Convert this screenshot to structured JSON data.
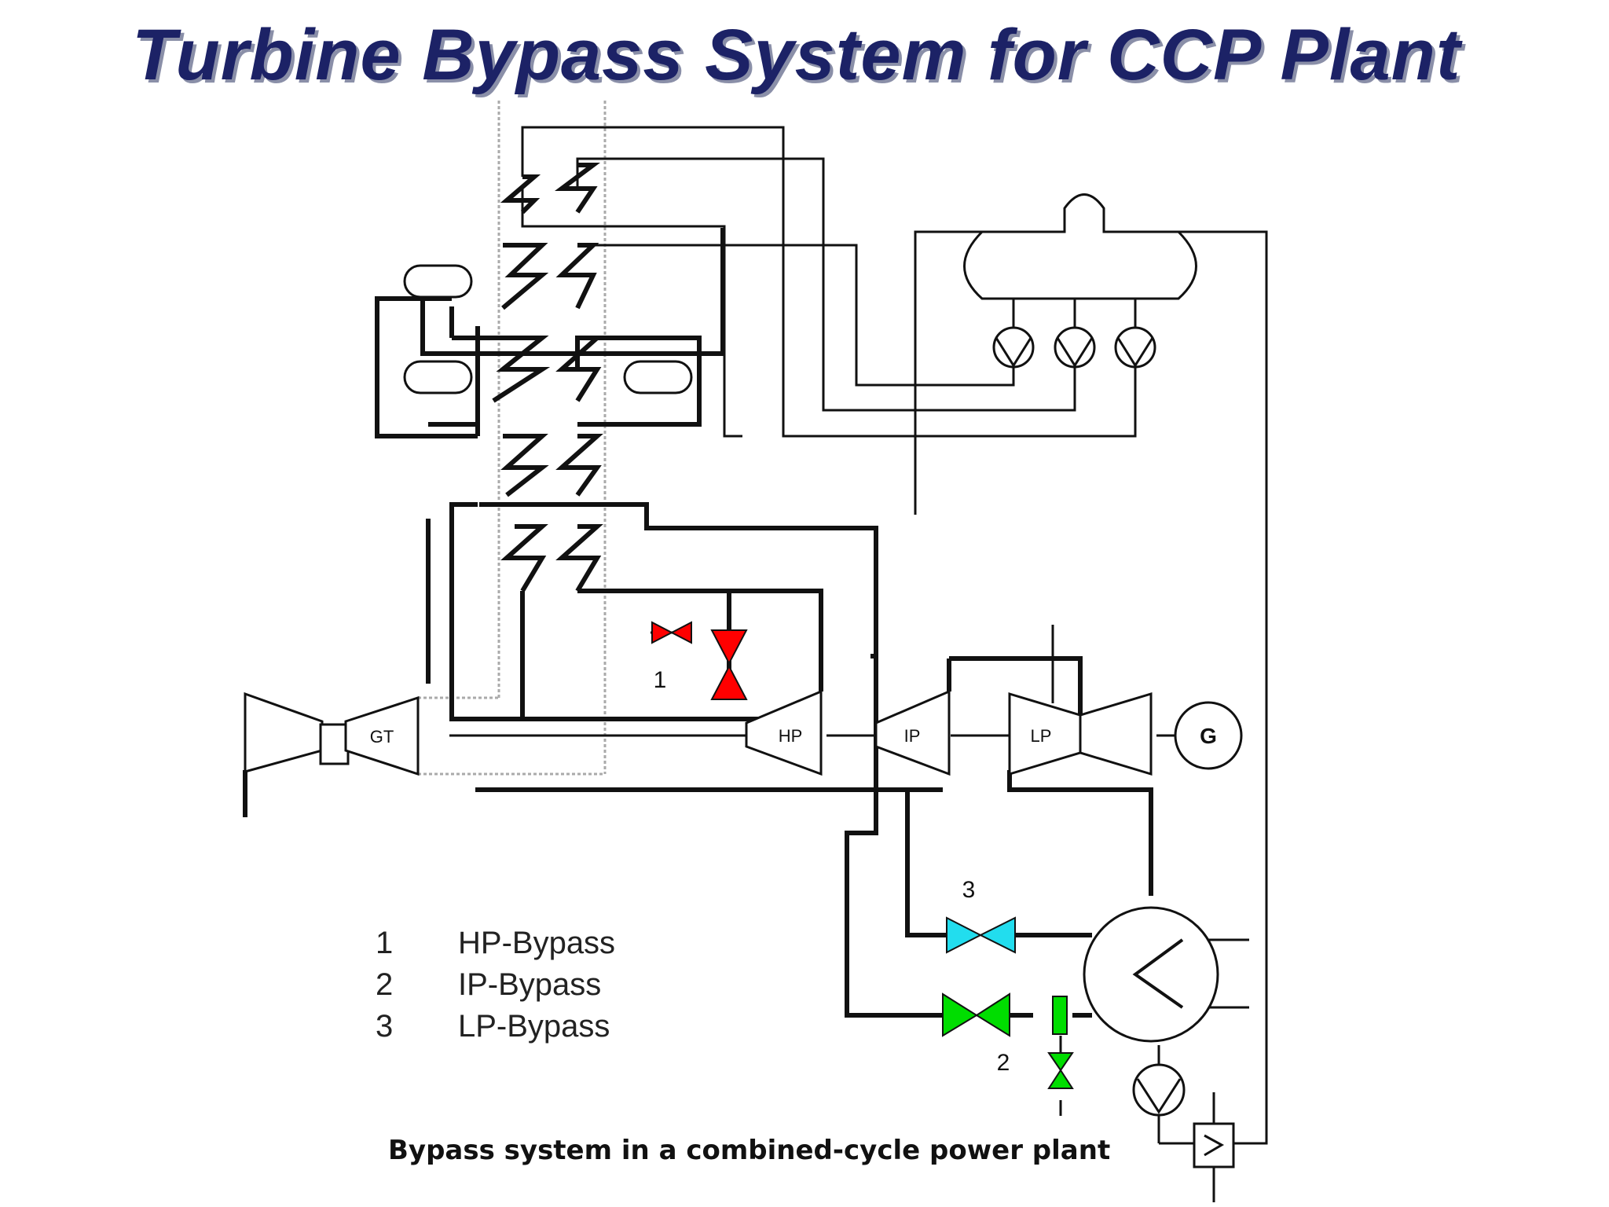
{
  "title": "Turbine Bypass System for CCP Plant",
  "caption": "Bypass system in a combined-cycle power plant",
  "components": {
    "gas_turbine": "GT",
    "hp_turbine": "HP",
    "ip_turbine": "IP",
    "lp_turbine": "LP",
    "generator": "G"
  },
  "valve_numbers": {
    "hp_bypass": "1",
    "ip_bypass": "2",
    "lp_bypass": "3"
  },
  "legend": [
    {
      "number": "1",
      "label": "HP-Bypass"
    },
    {
      "number": "2",
      "label": "IP-Bypass"
    },
    {
      "number": "3",
      "label": "LP-Bypass"
    }
  ],
  "colors": {
    "title": "#1c2266",
    "hp_bypass_valve": "#ff0000",
    "ip_bypass_valve": "#00dd00",
    "lp_bypass_valve": "#22ddee"
  }
}
